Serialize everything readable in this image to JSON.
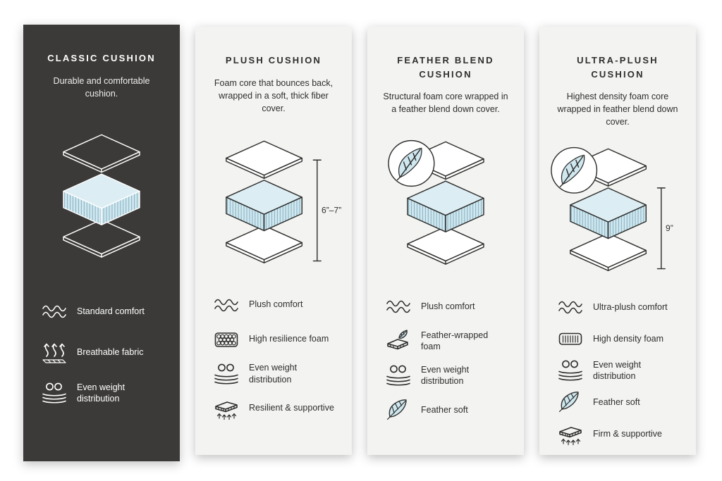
{
  "page": {
    "background": "#ffffff"
  },
  "colors": {
    "dark_card_bg": "#3b3a38",
    "light_card_bg": "#f3f3f1",
    "outline_dark": "#2e2e2c",
    "outline_light": "#ffffff",
    "cushion_fill": "#cfe7ef",
    "cushion_top_fill": "#dcedf3"
  },
  "cards": [
    {
      "id": "classic",
      "title": "CLASSIC CUSHION",
      "description": "Durable and comfortable cushion.",
      "theme": "dark",
      "features": [
        {
          "icon": "wave-icon",
          "label": "Standard comfort"
        },
        {
          "icon": "breathable-icon",
          "label": "Breathable fabric"
        },
        {
          "icon": "weight-distribution-icon",
          "label": "Even weight distribution"
        }
      ]
    },
    {
      "id": "plush",
      "title": "PLUSH CUSHION",
      "description": "Foam core that bounces back, wrapped in a soft, thick fiber cover.",
      "theme": "light",
      "dimension": "6”–7”",
      "features": [
        {
          "icon": "wave-icon",
          "label": "Plush comfort"
        },
        {
          "icon": "honeycomb-foam-icon",
          "label": "High resilience foam"
        },
        {
          "icon": "weight-distribution-icon",
          "label": "Even weight distribution"
        },
        {
          "icon": "support-arrows-icon",
          "label": "Resilient & supportive"
        }
      ]
    },
    {
      "id": "feather-blend",
      "title": "FEATHER BLEND CUSHION",
      "description": "Structural foam core wrapped in a feather blend down cover.",
      "theme": "light",
      "badge": "feather",
      "features": [
        {
          "icon": "wave-icon",
          "label": "Plush comfort"
        },
        {
          "icon": "feather-foam-icon",
          "label": "Feather-wrapped foam"
        },
        {
          "icon": "weight-distribution-icon",
          "label": "Even weight distribution"
        },
        {
          "icon": "feather-icon",
          "label": "Feather soft"
        }
      ]
    },
    {
      "id": "ultra-plush",
      "title": "ULTRA-PLUSH CUSHION",
      "description": "Highest density foam core wrapped in feather blend down cover.",
      "theme": "light",
      "badge": "feather",
      "dimension": "9”",
      "features": [
        {
          "icon": "wave-icon",
          "label": "Ultra-plush comfort"
        },
        {
          "icon": "density-foam-icon",
          "label": "High density foam"
        },
        {
          "icon": "weight-distribution-icon",
          "label": "Even weight distribution"
        },
        {
          "icon": "feather-icon",
          "label": "Feather soft"
        },
        {
          "icon": "support-arrows-icon",
          "label": "Firm & supportive"
        }
      ]
    }
  ]
}
